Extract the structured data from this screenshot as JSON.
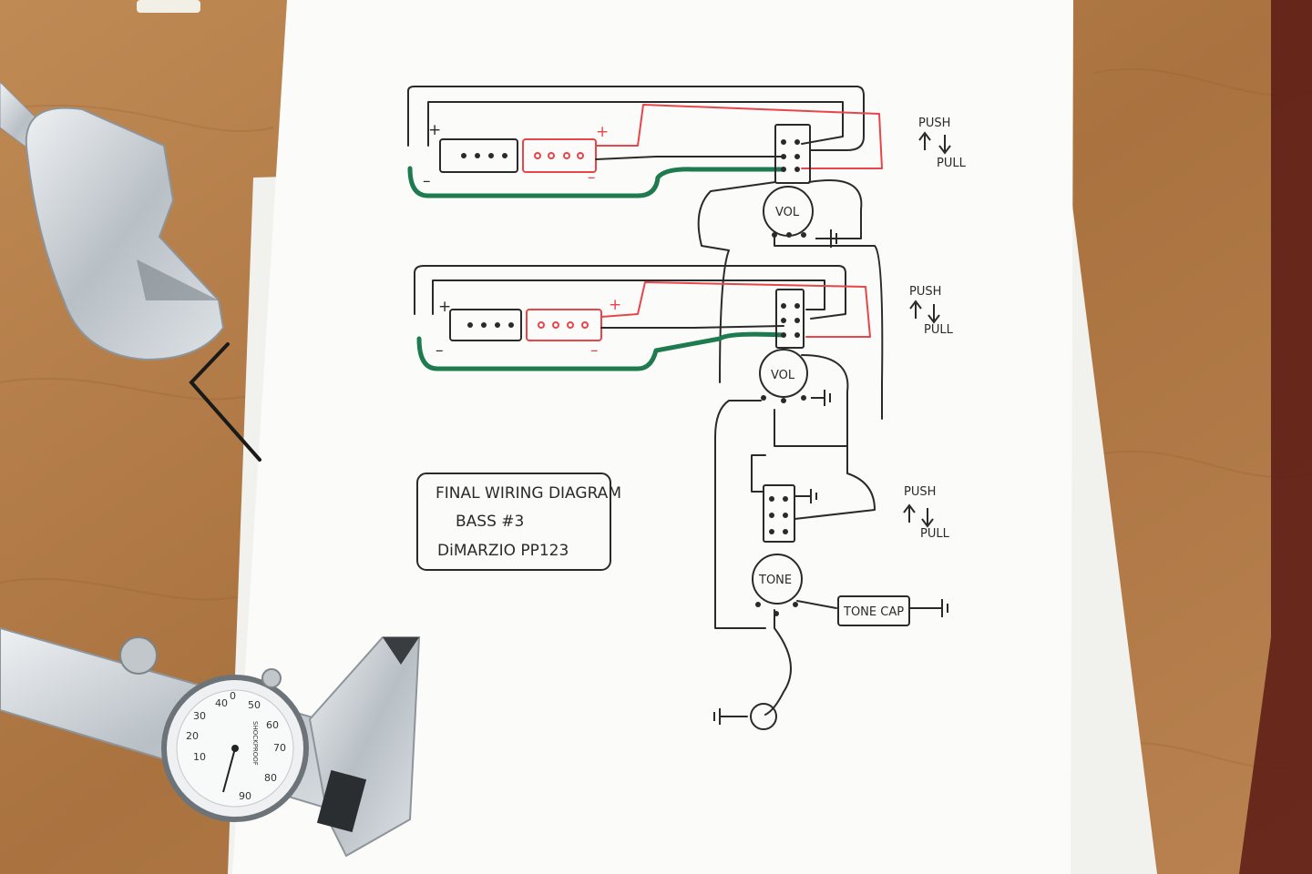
{
  "colors": {
    "wood": "#b07a48",
    "paper": "#fbfbf9",
    "ink": "#2a2a2a",
    "red_wire": "#e8454b",
    "green_wire": "#1e7a4f",
    "metal": "#c9cfd4"
  },
  "title_box": {
    "line1": "FINAL WIRING DIAGRAM",
    "line2": "BASS #3",
    "line3": "DiMARZIO PP123"
  },
  "switches": [
    {
      "push": "PUSH",
      "pull": "PULL"
    },
    {
      "push": "PUSH",
      "pull": "PULL"
    },
    {
      "push": "PUSH",
      "pull": "PULL"
    }
  ],
  "pots": {
    "vol_1": "VOL",
    "vol_2": "VOL",
    "tone": "TONE"
  },
  "tone_cap": "TONE CAP",
  "polarity": {
    "plus": "+",
    "minus": "–"
  },
  "caliper_dial_numbers": [
    "0",
    "10",
    "20",
    "30",
    "40",
    "50",
    "60",
    "70",
    "80",
    "90"
  ],
  "caliper_brand": "SHOCKPROOF"
}
